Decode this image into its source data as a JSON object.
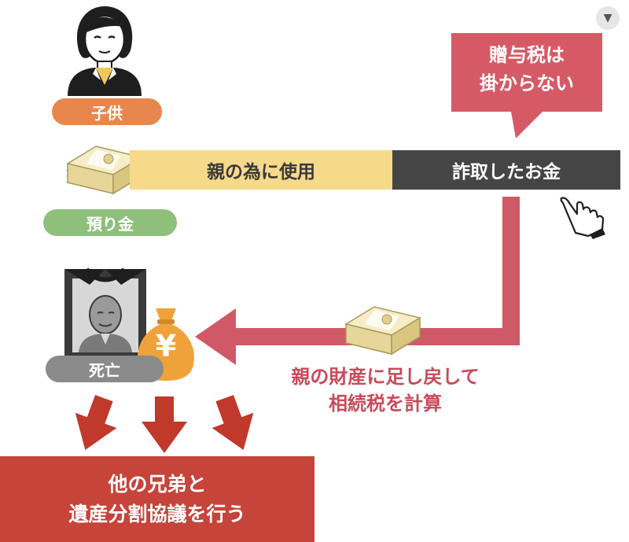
{
  "labels": {
    "child": "子供",
    "deposit": "預り金",
    "deceased": "死亡",
    "parent_use": "親の為に使用",
    "embezzled": "詐取したお金",
    "gift_tax_line1": "贈与税は",
    "gift_tax_line2": "掛からない",
    "add_back_line1": "親の財産に足し戻して",
    "add_back_line2": "相続税を計算",
    "conclusion_line1": "他の兄弟と",
    "conclusion_line2": "遺産分割協議を行う",
    "yen_symbol": "¥"
  },
  "icons": [
    "person-icon",
    "money-stack-icon",
    "portrait-frame-icon",
    "money-bag-icon",
    "pointer-hand-icon",
    "chevron-down-icon"
  ],
  "colors": {
    "child_pill": "#e8874d",
    "deposit_pill": "#8ec07c",
    "deceased_pill": "#8a8a8a",
    "parent_use_bar": "#f7d98a",
    "embezzled_bar": "#454545",
    "callout": "#d65a66",
    "arrow_red": "#cf5a66",
    "down_arrow": "#c0392b",
    "conclusion_box": "#c6443a"
  }
}
